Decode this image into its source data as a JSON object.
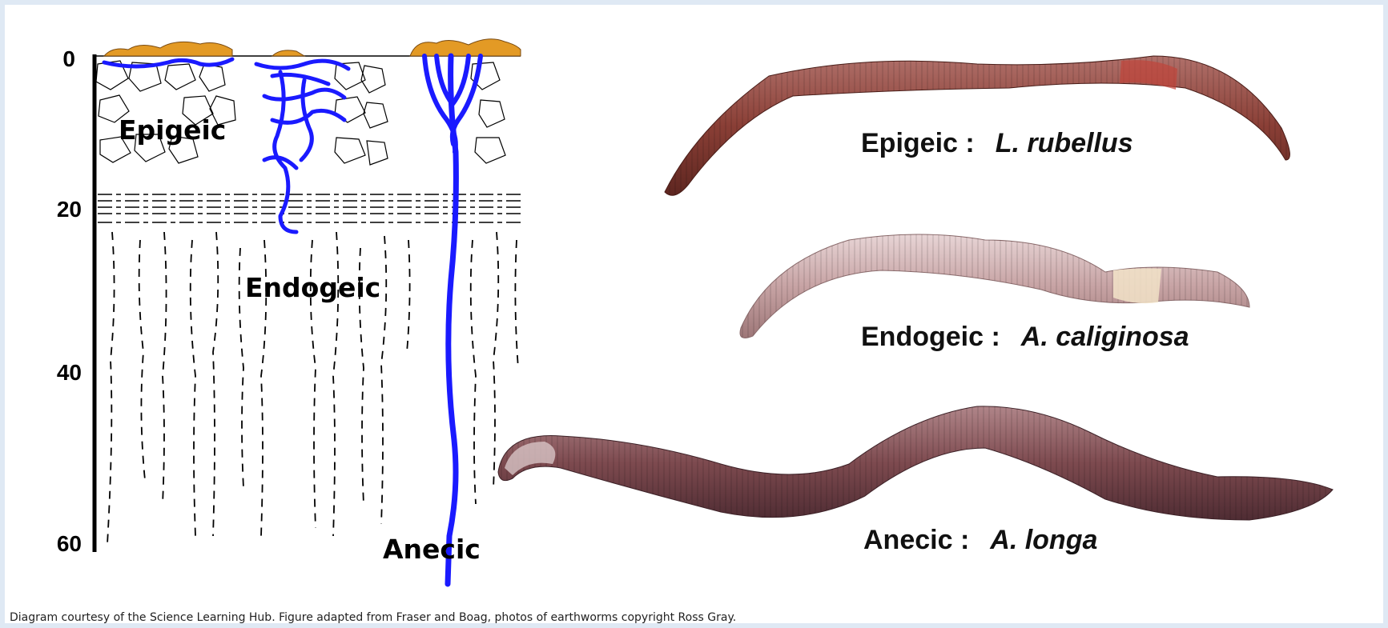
{
  "diagram": {
    "depth_ticks": [
      "0",
      "20",
      "40",
      "60"
    ],
    "zones": {
      "epigeic": "Epigeic",
      "endogeic": "Endogeic",
      "anecic": "Anecic"
    }
  },
  "worms": [
    {
      "group": "Epigeic :",
      "species": "L. rubellus",
      "color": "#8a3f36"
    },
    {
      "group": "Endogeic :",
      "species": "A. caliginosa",
      "color": "#c7a3a4"
    },
    {
      "group": "Anecic :",
      "species": "A. longa",
      "color": "#7d4a4f"
    }
  ],
  "burrow_color": "#1a1aff",
  "credit": "Diagram courtesy of the Science Learning Hub. Figure adapted from Fraser and Boag, photos of earthworms copyright Ross Gray."
}
